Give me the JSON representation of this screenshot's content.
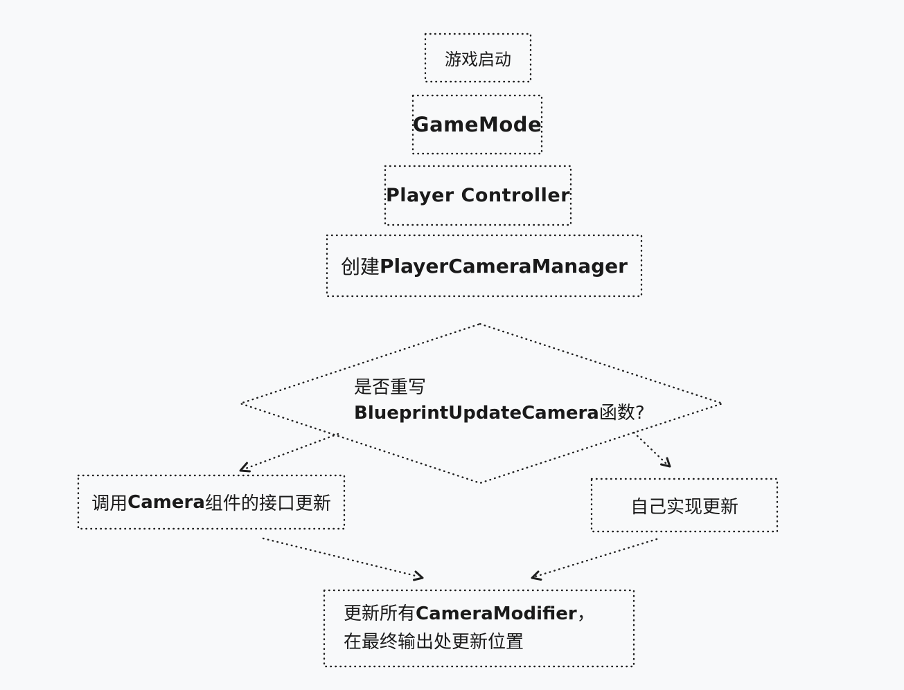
{
  "page": {
    "background_color": "#f8f9fa",
    "ink_color": "#1e1e1e"
  },
  "flowchart": {
    "nodes": {
      "game_start": {
        "label": "游戏启动"
      },
      "game_mode": {
        "label": "GameMode"
      },
      "player_controller": {
        "label": "Player Controller"
      },
      "create_camera_manager": {
        "parts": [
          {
            "t": "创建",
            "b": false
          },
          {
            "t": "PlayerCameraManager",
            "b": true
          }
        ]
      },
      "decision": {
        "line1_parts": [
          {
            "t": "是否重写",
            "b": false
          }
        ],
        "line2_parts": [
          {
            "t": "BlueprintUpdateCamera",
            "b": true
          },
          {
            "t": "函数?",
            "b": false
          }
        ]
      },
      "call_camera_interface": {
        "parts": [
          {
            "t": "调用",
            "b": false
          },
          {
            "t": "Camera",
            "b": true
          },
          {
            "t": "组件的接口更新",
            "b": false
          }
        ]
      },
      "self_implement": {
        "label": "自己实现更新"
      },
      "update_modifier": {
        "line1_parts": [
          {
            "t": "更新所有",
            "b": false
          },
          {
            "t": "CameraModifier",
            "b": true
          },
          {
            "t": "，",
            "b": false
          }
        ],
        "line2_parts": [
          {
            "t": "在最终输出处更新位置",
            "b": false
          }
        ]
      }
    }
  }
}
